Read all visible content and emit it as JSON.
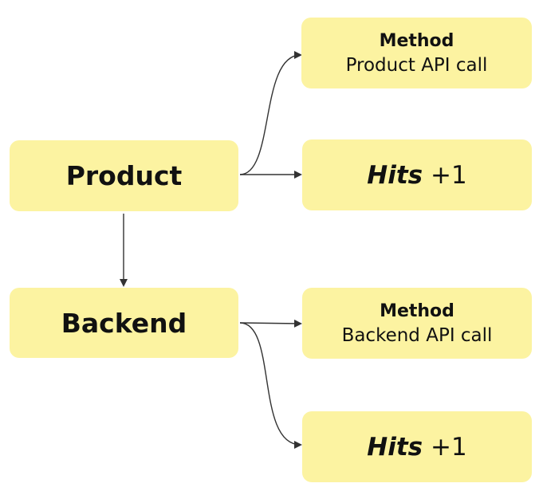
{
  "nodes": {
    "product": {
      "label": "Product"
    },
    "backend": {
      "label": "Backend"
    },
    "product_method": {
      "title": "Method",
      "subtitle": "Product API call"
    },
    "product_hits": {
      "word": "Hits",
      "suffix": "+1"
    },
    "backend_method": {
      "title": "Method",
      "subtitle": "Backend API call"
    },
    "backend_hits": {
      "word": "Hits",
      "suffix": "+1"
    }
  },
  "colors": {
    "node_fill": "#fcf3a1",
    "edge": "#333333",
    "text": "#111111"
  }
}
